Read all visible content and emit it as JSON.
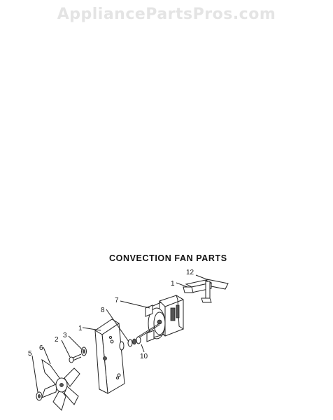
{
  "watermark": "AppliancePartsPros.com",
  "diagram_title": "CONVECTION FAN PARTS",
  "part_labels": {
    "p1_bracket": "1",
    "p1_plate": "1",
    "p2": "2",
    "p3": "3",
    "p5": "5",
    "p6": "6",
    "p7": "7",
    "p8": "8",
    "p10": "10",
    "p12": "12"
  }
}
